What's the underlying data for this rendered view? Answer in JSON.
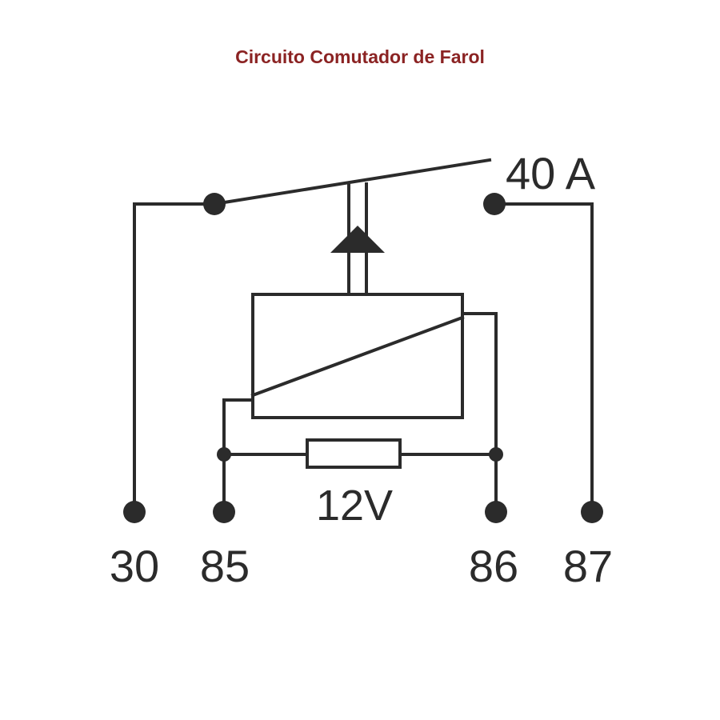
{
  "title": "Circuito Comutador de Farol",
  "rating_label": "40 A",
  "coil_label": "12V",
  "terminals": [
    "30",
    "85",
    "86",
    "87"
  ],
  "colors": {
    "title": "#8b2323",
    "line": "#2b2b2b",
    "background": "#ffffff"
  }
}
